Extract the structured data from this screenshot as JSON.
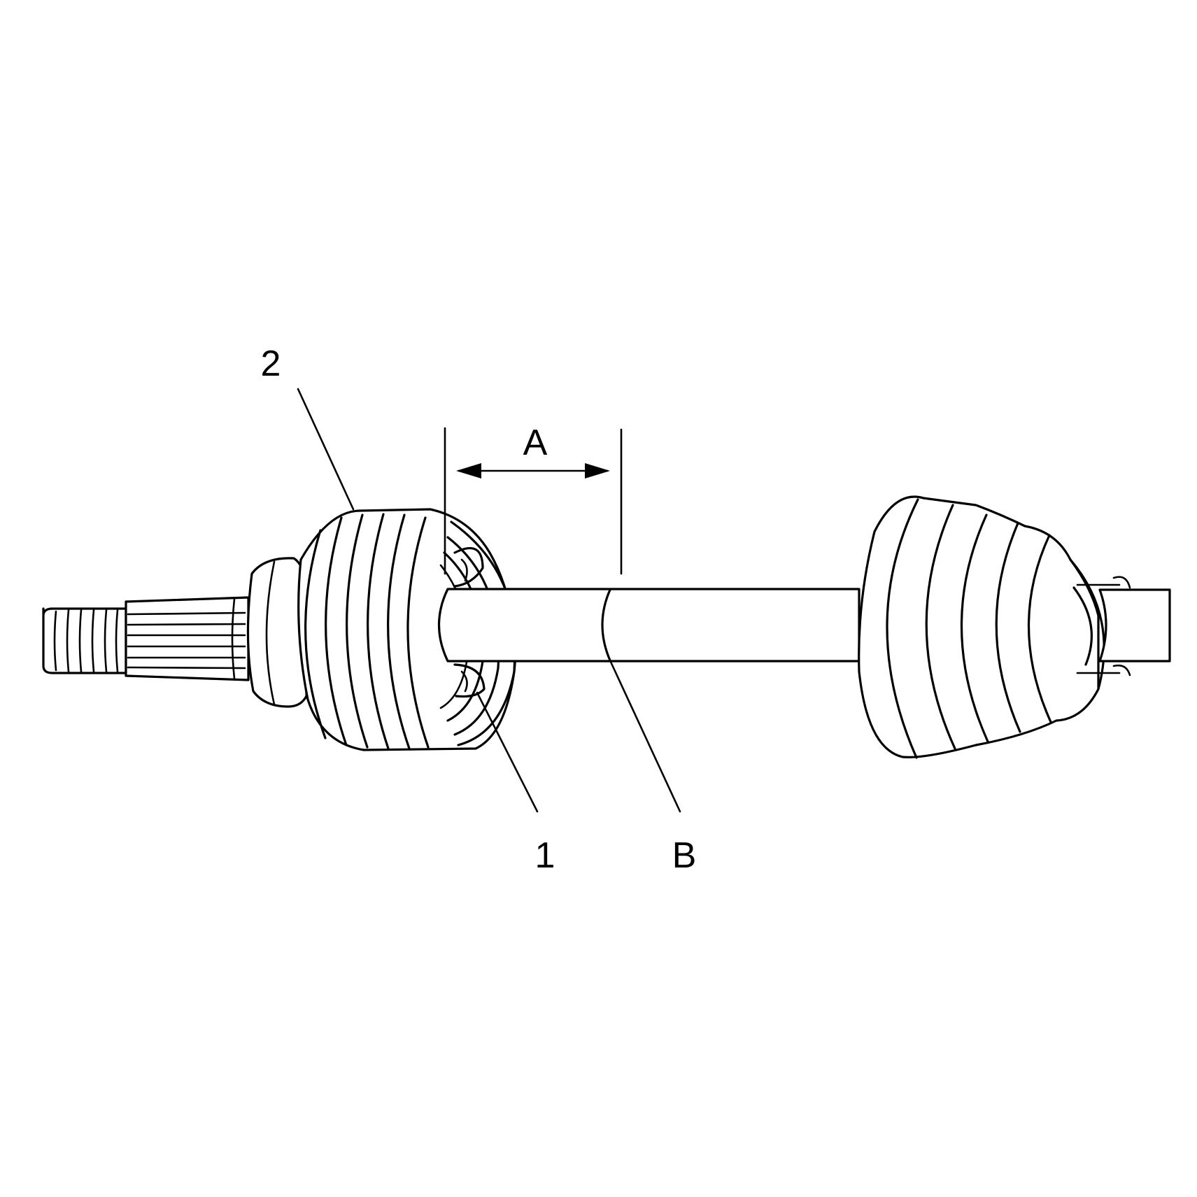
{
  "callouts": {
    "part_1": "1",
    "part_2": "2",
    "dim_a": "A",
    "mark_b": "B"
  }
}
